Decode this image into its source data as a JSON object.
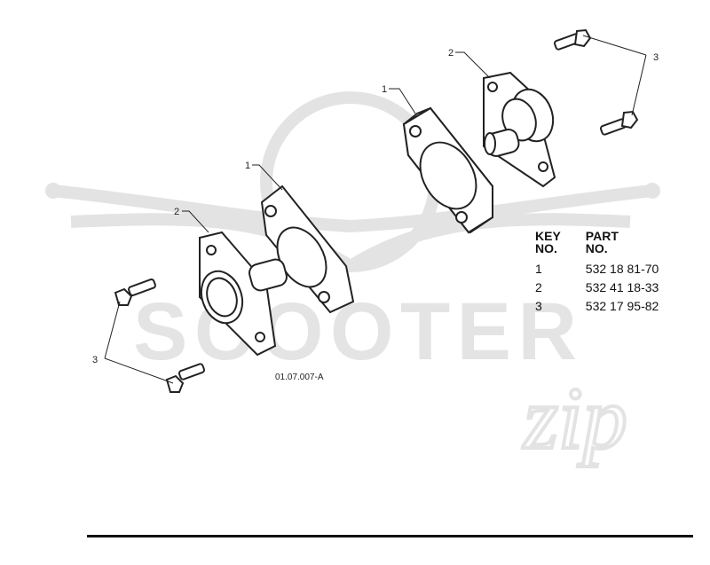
{
  "watermark": {
    "brand": "SCOOTER",
    "script": "zip",
    "color": "#dcdcdc"
  },
  "diagram": {
    "figure_ref": "01.07.007-A",
    "callouts": [
      {
        "id": "1-upper",
        "label": "1"
      },
      {
        "id": "1-lower",
        "label": "1"
      },
      {
        "id": "2-upper",
        "label": "2"
      },
      {
        "id": "2-lower",
        "label": "2"
      },
      {
        "id": "3-upper",
        "label": "3"
      },
      {
        "id": "3-lower",
        "label": "3"
      }
    ]
  },
  "parts_table": {
    "headers": [
      [
        "KEY",
        "NO."
      ],
      [
        "PART",
        "NO."
      ]
    ],
    "rows": [
      {
        "key": "1",
        "part": "532 18 81-70"
      },
      {
        "key": "2",
        "part": "532 41 18-33"
      },
      {
        "key": "3",
        "part": "532 17 95-82"
      }
    ]
  }
}
